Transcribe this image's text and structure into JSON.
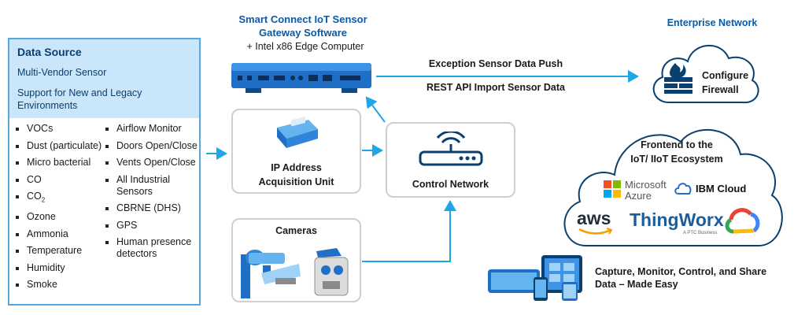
{
  "gateway": {
    "title_line1": "Smart Connect IoT Sensor",
    "title_line2": "Gateway Software",
    "subtitle": "+ Intel x86  Edge Computer"
  },
  "enterprise": {
    "title": "Enterprise Network",
    "firewall_line1": "Configure",
    "firewall_line2": "Firewall"
  },
  "arrows": {
    "push_label": "Exception Sensor Data Push",
    "rest_label": "REST API Import Sensor Data"
  },
  "data_source": {
    "title": "Data Source",
    "sub1": "Multi-Vendor Sensor",
    "sub2": "Support for New and Legacy Environments",
    "col1": [
      "VOCs",
      "Dust (particulate)",
      "Micro bacterial",
      "CO",
      "CO2",
      "Ozone",
      "Ammonia",
      "Temperature",
      "Humidity",
      "Smoke"
    ],
    "col2": [
      "Airflow Monitor",
      "Doors Open/Close",
      "Vents Open/Close",
      "All Industrial Sensors",
      "CBRNE (DHS)",
      "GPS",
      "Human presence detectors"
    ]
  },
  "ip_unit": {
    "line1": "IP Address",
    "line2": "Acquisition Unit"
  },
  "control": {
    "label": "Control Network"
  },
  "cameras": {
    "label": "Cameras"
  },
  "frontend": {
    "line1": "Frontend to the",
    "line2": "IoT/ IIoT Ecosystem",
    "azure_line1": "Microsoft",
    "azure_line2": "Azure",
    "ibm": "IBM Cloud",
    "aws": "aws",
    "thingworx": "ThingWorx",
    "thingworx_tag": "A PTC Business"
  },
  "capture": {
    "line1": "Capture, Monitor, Control, and Share",
    "line2": "Data – Made Easy"
  },
  "colors": {
    "accent_blue": "#1fa6e6",
    "brand_dark": "#0b3f6e",
    "panel_fill": "#c9e6fb"
  }
}
